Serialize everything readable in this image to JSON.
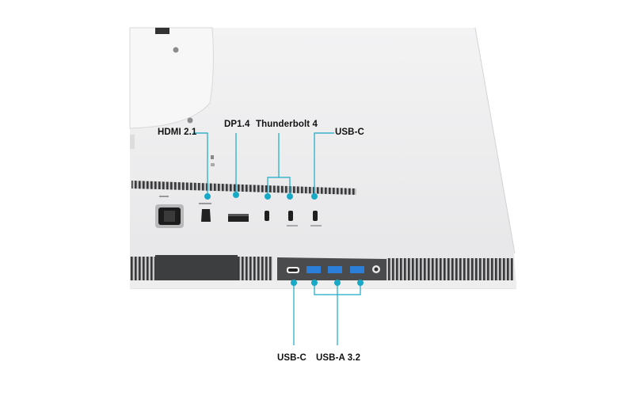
{
  "callouts": {
    "hdmi": "HDMI 2.1",
    "dp": "DP1.4",
    "thunderbolt": "Thunderbolt 4",
    "usbc_top": "USB-C",
    "usbc_bottom": "USB-C",
    "usba": "USB-A 3.2"
  },
  "colors": {
    "accent": "#18a9c6",
    "monitor_body": "#e9e9eb",
    "vent": "#2f3032"
  }
}
